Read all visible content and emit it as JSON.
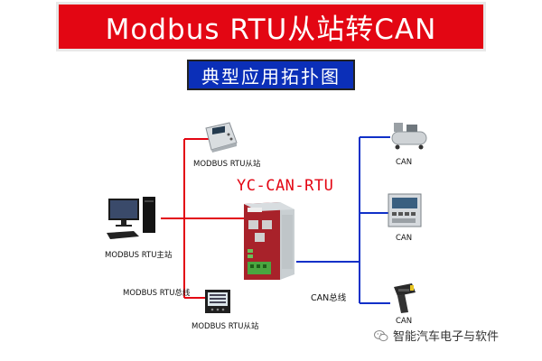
{
  "header": {
    "title": "Modbus RTU从站转CAN",
    "subtitle": "典型应用拓扑图"
  },
  "device": {
    "name": "YC-CAN-RTU"
  },
  "left": {
    "master_label": "MODBUS RTU主站",
    "slave_top_label": "MODBUS RTU从站",
    "slave_bottom_label": "MODBUS RTU从站",
    "bus_label": "MODBUS RTU总线"
  },
  "right": {
    "bus_label": "CAN总线",
    "node_labels": [
      "CAN",
      "CAN",
      "CAN"
    ]
  },
  "watermark": {
    "text": "智能汽车电子与软件"
  },
  "colors": {
    "banner": "#e30613",
    "subtitle_bg": "#0b2fb8",
    "modbus_line": "#e30613",
    "can_line": "#1030c8",
    "device_name": "#e30613"
  }
}
